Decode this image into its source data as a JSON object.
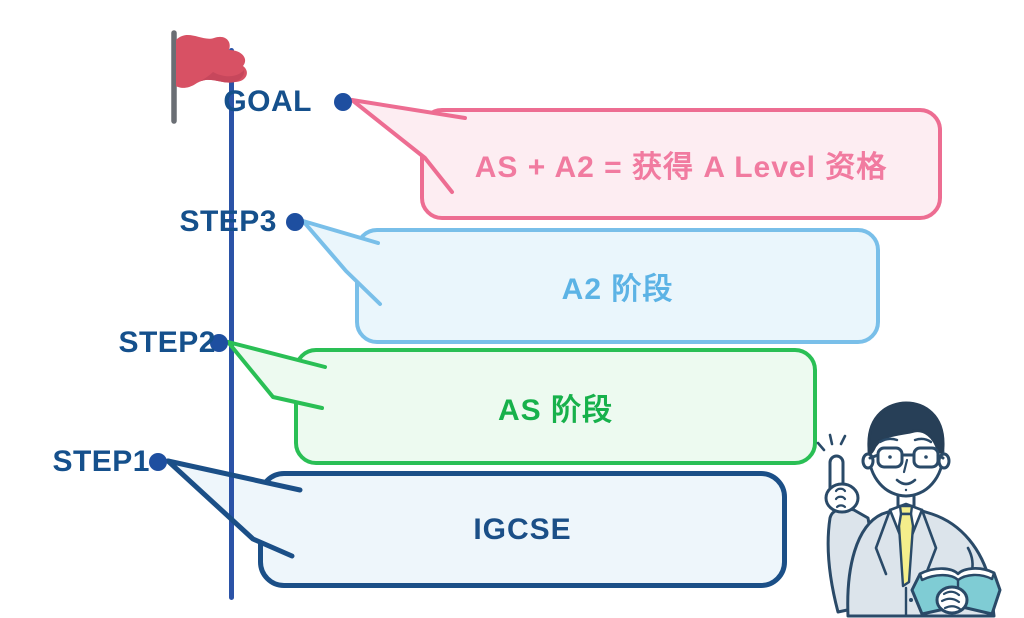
{
  "diagram": {
    "type": "step-timeline",
    "steps": [
      {
        "id": "goal",
        "label": "GOAL",
        "bubble_text": "AS + A2 = 获得 A Level 资格",
        "theme": {
          "border": "#ed6d92",
          "fill": "#fdedf2",
          "text": "#f17ba0"
        }
      },
      {
        "id": "step3",
        "label": "STEP3",
        "bubble_text": "A2 阶段",
        "theme": {
          "border": "#79bfe9",
          "fill": "#eaf6fc",
          "text": "#5cb3e5"
        }
      },
      {
        "id": "step2",
        "label": "STEP2",
        "bubble_text": "AS 阶段",
        "theme": {
          "border": "#2abf55",
          "fill": "#edfaf0",
          "text": "#17b14b"
        }
      },
      {
        "id": "step1",
        "label": "STEP1",
        "bubble_text": "IGCSE",
        "theme": {
          "border": "#1b4f87",
          "fill": "#eef6fb",
          "text": "#1b4f87"
        }
      }
    ],
    "colors": {
      "timeline": "#2b53a7",
      "dot": "#1e4fa0",
      "label_text": "#15508c",
      "flag_red": "#d85164",
      "flag_red_dark": "#c7475c",
      "flag_pole": "#6a6e74",
      "background": "#ffffff",
      "illustration_line": "#2a4a68",
      "illustration_suit": "#dce4eb",
      "illustration_tie": "#f4ee8b",
      "illustration_book": "#7fccd4"
    },
    "icons": [
      {
        "name": "goal-flag-icon",
        "meaning": "red flag marking the goal at the top of the timeline"
      },
      {
        "name": "teacher-pointing-illustration",
        "meaning": "man in suit with glasses pointing up, holding an open book"
      }
    ]
  }
}
